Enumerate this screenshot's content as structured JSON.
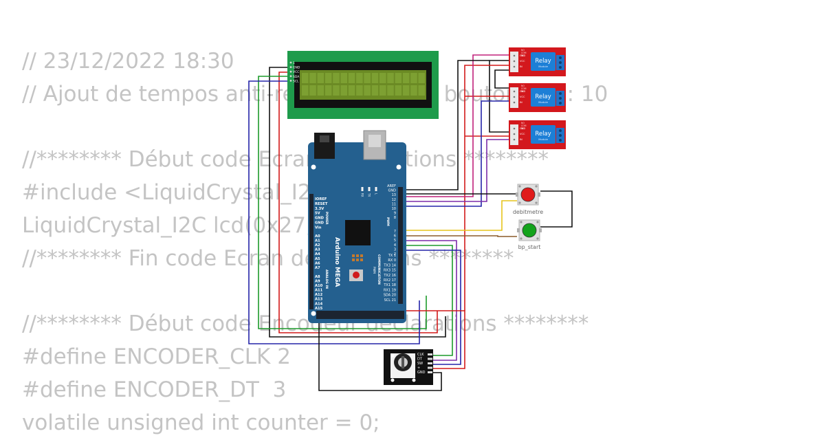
{
  "code_lines": [
    "// 23/12/2022 18:30",
    "// Ajout de tempos anti-rebonds sur les boutons[4] : 10",
    "",
    "//******** Début code Ecran declarations ********",
    "#include <LiquidCrystal_I2C.h>",
    "LiquidCrystal_I2C lcd(0x27, 20, 4);",
    "//******** Fin code Ecran declarations ********",
    "",
    "//******** Début code Encodeur declarations ********",
    "#define ENCODER_CLK 2",
    "#define ENCODER_DT  3",
    "volatile unsigned int counter = 0;"
  ],
  "lcd": {
    "pins": [
      "1",
      "GND",
      "VCC",
      "SDA",
      "SCL"
    ]
  },
  "relays": [
    {
      "title": "Relay",
      "subtitle": "Module",
      "pins_left": [
        "NO",
        "COM",
        "NC"
      ],
      "pins_right": [
        "GND",
        "VCC",
        "IN"
      ]
    },
    {
      "title": "Relay",
      "subtitle": "Module",
      "pins_left": [
        "NO",
        "COM",
        "NC"
      ],
      "pins_right": [
        "GND",
        "VCC",
        "IN"
      ]
    },
    {
      "title": "Relay",
      "subtitle": "Module",
      "pins_left": [
        "NO",
        "COM",
        "NC"
      ],
      "pins_right": [
        "GND",
        "VCC",
        "IN"
      ]
    }
  ],
  "buttons": [
    {
      "label": "debitmetre",
      "color": "#e01b1b"
    },
    {
      "label": "bp_start",
      "color": "#14a31c"
    }
  ],
  "arduino": {
    "name": "Arduino MEGA",
    "power_title": "POWER",
    "analog_title": "ANALOG IN",
    "pwm_title": "PWM",
    "comm_title": "COMMUNICATION",
    "pwm_small": "PWM",
    "leds": [
      "RX",
      "TX",
      "L"
    ],
    "power_pins": [
      "IOREF",
      "RESET",
      "3.3V",
      "5V",
      "GND",
      "GND",
      "Vin"
    ],
    "analog_pins": [
      "A0",
      "A1",
      "A2",
      "A3",
      "A4",
      "A5",
      "A6",
      "A7",
      "",
      "A8",
      "A9",
      "A10",
      "A11",
      "A12",
      "A13",
      "A14",
      "A15"
    ],
    "top_right_pins": [
      "AREF",
      "GND",
      "13",
      "12",
      "11",
      "10",
      "9",
      "8"
    ],
    "mid_right_pins": [
      "7",
      "6",
      "5",
      "4",
      "3",
      "2"
    ],
    "comm_pins": [
      "TX 1",
      "RX 0",
      "TX3 14",
      "RX3 15",
      "TX2 16",
      "RX2 17",
      "TX1 18",
      "RX1 19",
      "SDA 20",
      "SCL 21"
    ]
  },
  "encoder": {
    "pins": [
      "CLK",
      "DT",
      "SW",
      "+",
      "GND"
    ]
  },
  "colors": {
    "code_text": "#c4c4c4",
    "board": "#24608f",
    "lcd_green": "#1e9b4b",
    "relay_red": "#d3181d",
    "relay_blue": "#1d7fd6"
  }
}
